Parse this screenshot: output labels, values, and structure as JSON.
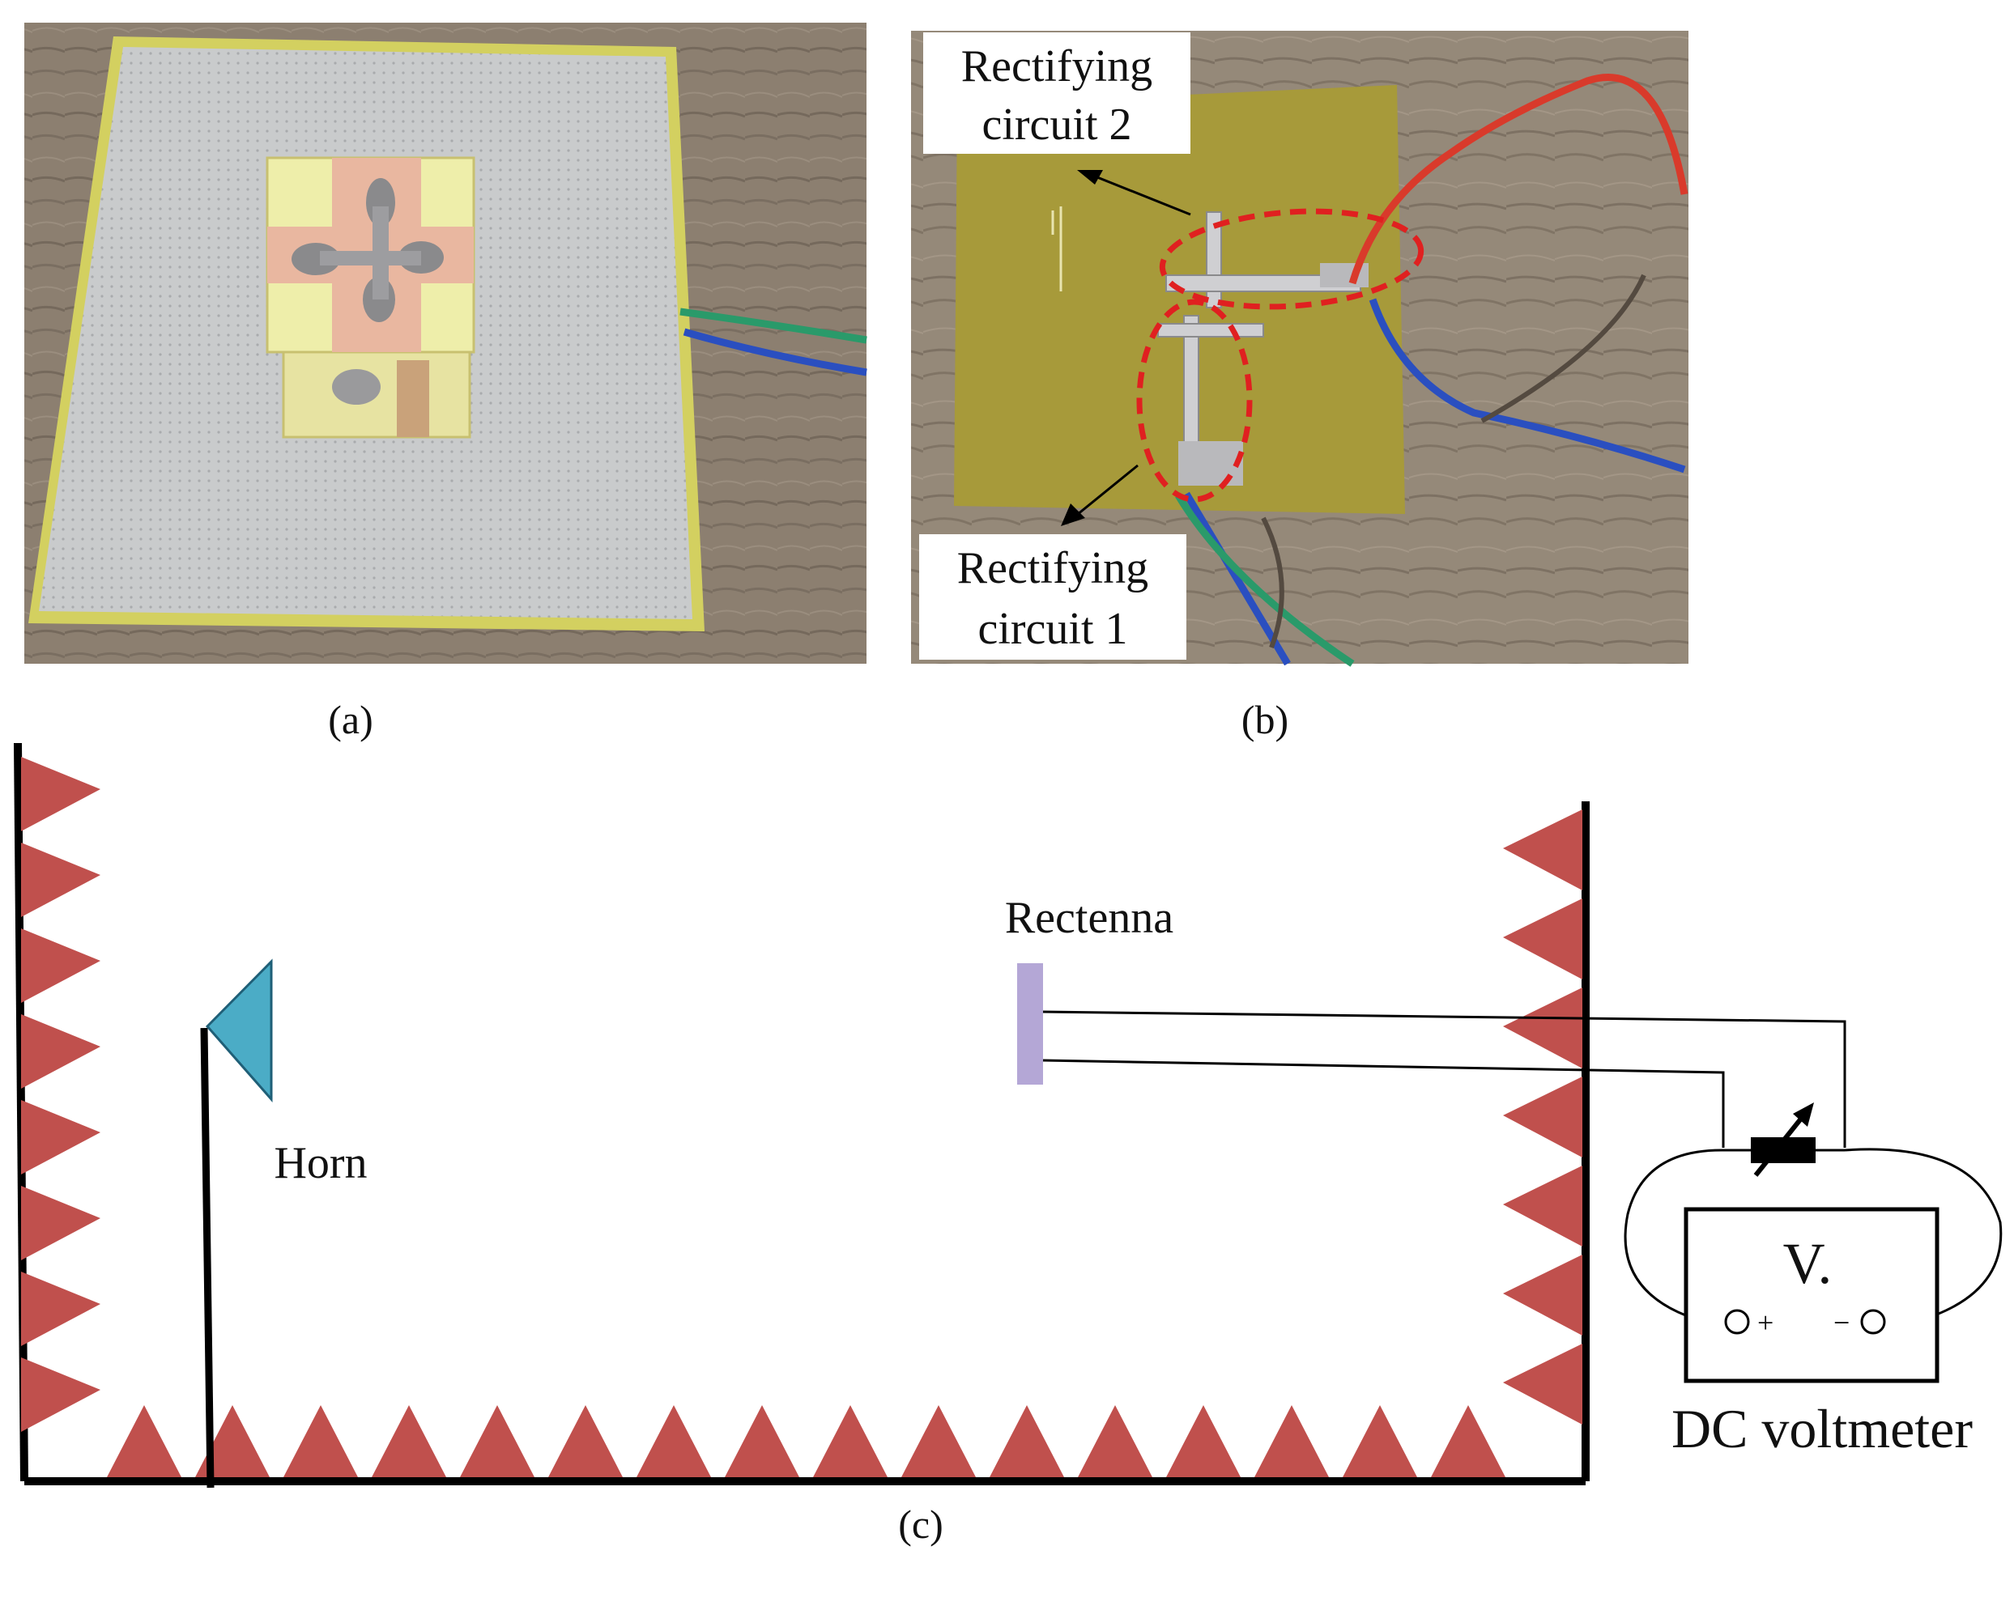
{
  "panels": {
    "a": {
      "caption": "(a)"
    },
    "b": {
      "caption": "(b)",
      "callout_top_line1": "Rectifying",
      "callout_top_line2": "circuit 2",
      "callout_bottom_line1": "Rectifying",
      "callout_bottom_line2": "circuit 1"
    },
    "c": {
      "caption": "(c)",
      "horn_label": "Horn",
      "rectenna_label": "Rectenna",
      "meter_symbol": "V.",
      "meter_plus": "+",
      "meter_minus": "−",
      "meter_label": "DC voltmeter"
    }
  },
  "colors": {
    "absorber": "#c0504d",
    "horn": "#4bacc6",
    "rectenna": "#b4a7d6",
    "wood": "#8c7f70",
    "ground_plane": "#c9cbcc",
    "fr4_substrate": "#a79a3a",
    "callout_ellipse": "#e02020",
    "cable_red": "#d93a2b",
    "cable_blue": "#2a4fc0",
    "cable_green": "#2a9a6a"
  }
}
